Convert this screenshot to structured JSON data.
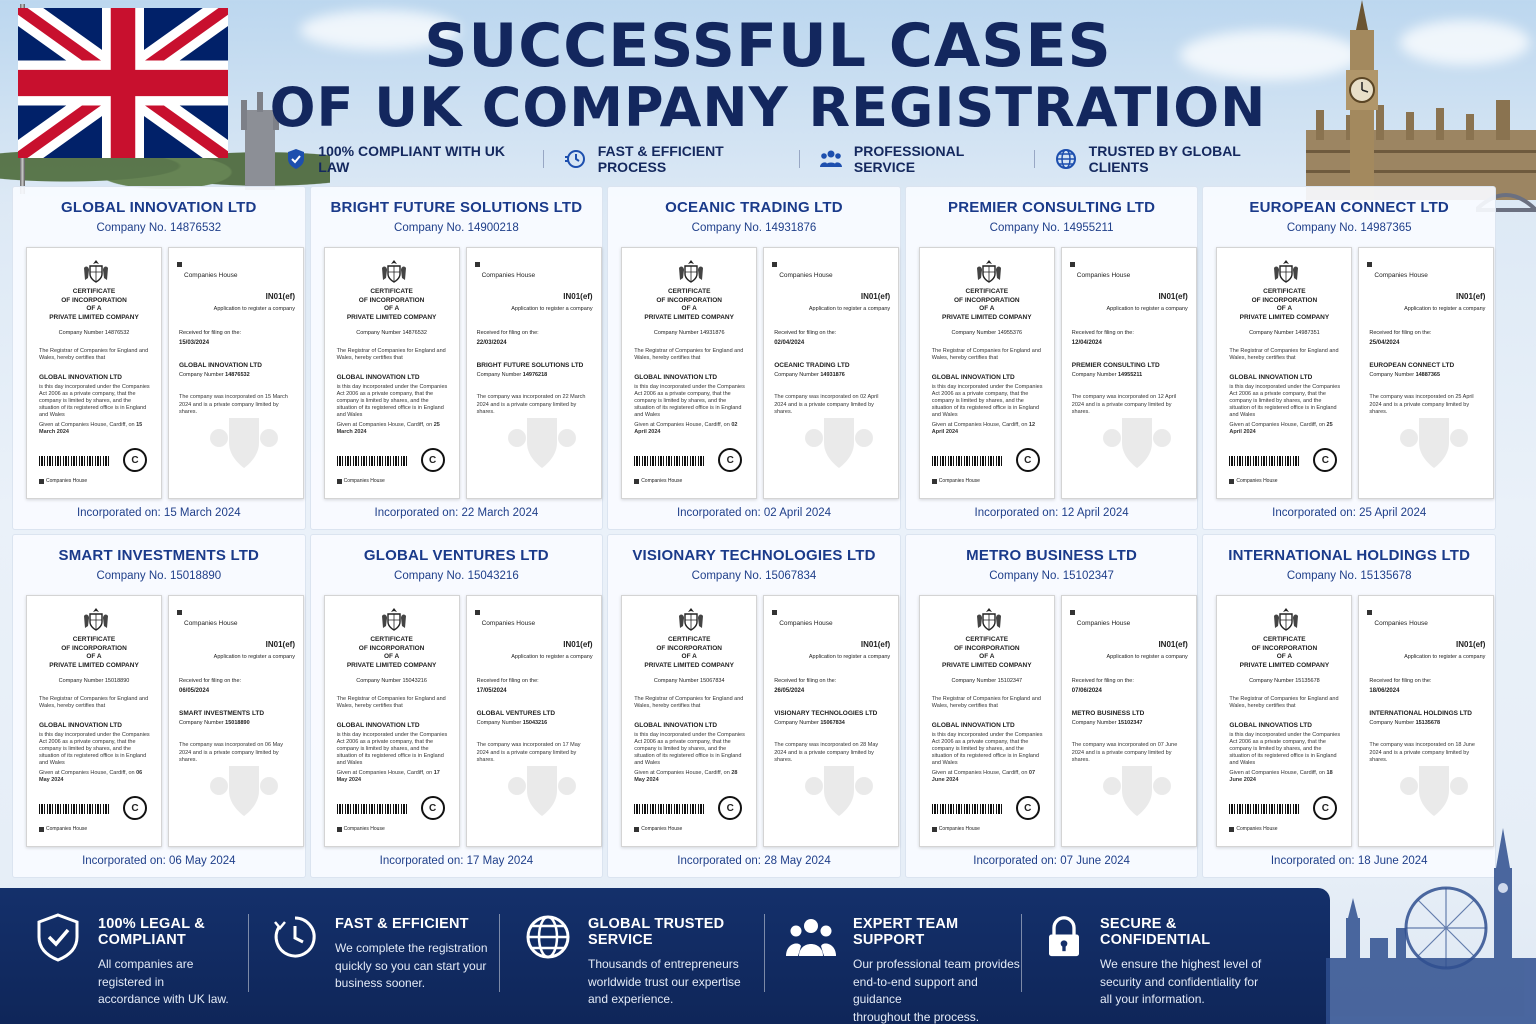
{
  "title": {
    "line1": "SUCCESSFUL CASES",
    "line2": "OF UK COMPANY REGISTRATION"
  },
  "features": [
    {
      "icon": "shield-check-icon",
      "label": "100% COMPLIANT WITH UK LAW"
    },
    {
      "icon": "fast-clock-icon",
      "label": "FAST & EFFICIENT PROCESS"
    },
    {
      "icon": "people-icon",
      "label": "PROFESSIONAL SERVICE"
    },
    {
      "icon": "globe-icon",
      "label": "TRUSTED BY GLOBAL CLIENTS"
    }
  ],
  "certificate": {
    "title_lines": [
      "CERTIFICATE",
      "OF INCORPORATION",
      "OF A",
      "PRIVATE LIMITED COMPANY"
    ],
    "registrar_text": "The Registrar of Companies for England and Wales, hereby certifies that",
    "body_text": "is this day incorporated under the Companies Act 2006 as a private company, that the company is limited by shares, and the situation of its registered office is in England and Wales",
    "given_at": "Given at Companies House, Cardiff, on",
    "footer": "Companies House",
    "seal": "C"
  },
  "form": {
    "header": "Companies House",
    "code": "IN01(ef)",
    "desc": "Application to register a company",
    "received_label": "Received for filing on the:",
    "company_number_label": "Company Number",
    "incorporated_prefix": "The company was incorporated on",
    "incorporated_suffix": "and is a private company limited by shares."
  },
  "inc_label": "Incorporated on:",
  "company_no_label": "Company No.",
  "cases": [
    {
      "name": "GLOBAL INNOVATION LTD",
      "number": "14876532",
      "cert_name": "GLOBAL INNOVATION LTD",
      "cert_number": "14876532",
      "cert_date": "15 March 2024",
      "form_date": "15/03/2024",
      "form_number": "14876532",
      "inc_date": "15 March 2024"
    },
    {
      "name": "BRIGHT FUTURE SOLUTIONS LTD",
      "number": "14900218",
      "cert_name": "GLOBAL INNOVATION LTD",
      "cert_number": "14876532",
      "cert_date": "25 March 2024",
      "form_date": "22/03/2024",
      "form_number": "14976218",
      "inc_date": "22 March 2024"
    },
    {
      "name": "OCEANIC TRADING LTD",
      "number": "14931876",
      "cert_name": "GLOBAL INNOVATION LTD",
      "cert_number": "14931876",
      "cert_date": "02 April 2024",
      "form_date": "02/04/2024",
      "form_number": "14931876",
      "inc_date": "02 April 2024"
    },
    {
      "name": "PREMIER CONSULTING LTD",
      "number": "14955211",
      "cert_name": "GLOBAL INNOVATION LTD",
      "cert_number": "14955376",
      "cert_date": "12 April 2024",
      "form_date": "12/04/2024",
      "form_number": "14955211",
      "inc_date": "12 April 2024"
    },
    {
      "name": "EUROPEAN CONNECT LTD",
      "number": "14987365",
      "cert_name": "GLOBAL INNOVATION LTD",
      "cert_number": "14987351",
      "cert_date": "25 April 2024",
      "form_date": "25/04/2024",
      "form_number": "14887365",
      "inc_date": "25 April 2024"
    },
    {
      "name": "SMART INVESTMENTS LTD",
      "number": "15018890",
      "cert_name": "GLOBAL INNOVATION LTD",
      "cert_number": "15018890",
      "cert_date": "06 May 2024",
      "form_date": "06/05/2024",
      "form_number": "15018890",
      "inc_date": "06 May 2024"
    },
    {
      "name": "GLOBAL VENTURES LTD",
      "number": "15043216",
      "cert_name": "GLOBAL INNOVATION LTD",
      "cert_number": "15043216",
      "cert_date": "17 May 2024",
      "form_date": "17/05/2024",
      "form_number": "15043216",
      "inc_date": "17 May 2024"
    },
    {
      "name": "VISIONARY TECHNOLOGIES LTD",
      "number": "15067834",
      "cert_name": "GLOBAL INNOVATION LTD",
      "cert_number": "15067834",
      "cert_date": "28 May 2024",
      "form_date": "26/05/2024",
      "form_number": "15067834",
      "inc_date": "28 May 2024"
    },
    {
      "name": "METRO BUSINESS LTD",
      "number": "15102347",
      "cert_name": "GLOBAL INNOVATION LTD",
      "cert_number": "15102347",
      "cert_date": "07 June 2024",
      "form_date": "07/06/2024",
      "form_number": "15102347",
      "inc_date": "07 June 2024"
    },
    {
      "name": "INTERNATIONAL HOLDINGS LTD",
      "number": "15135678",
      "cert_name": "GLOBAL INNOVATIOS LTD",
      "cert_number": "15135678",
      "cert_date": "18 June 2024",
      "form_date": "18/06/2024",
      "form_number": "15135678",
      "inc_date": "18 June 2024"
    }
  ],
  "benefits": [
    {
      "icon": "shield-check-icon",
      "title": "100% LEGAL & COMPLIANT",
      "lines": [
        "All companies are registered in",
        "accordance with UK law."
      ]
    },
    {
      "icon": "clock-icon",
      "title": "FAST & EFFICIENT",
      "lines": [
        "We complete the registration",
        "quickly so you can start your",
        "business sooner."
      ]
    },
    {
      "icon": "globe-icon",
      "title": "GLOBAL TRUSTED SERVICE",
      "lines": [
        "Thousands of entrepreneurs",
        "worldwide trust our expertise",
        "and experience."
      ]
    },
    {
      "icon": "team-icon",
      "title": "EXPERT TEAM SUPPORT",
      "lines": [
        "Our professional team provides",
        "end-to-end support and guidance",
        "throughout the process."
      ]
    },
    {
      "icon": "padlock-icon",
      "title": "SECURE & CONFIDENTIAL",
      "lines": [
        "We ensure the highest level of",
        "security and confidentiality for",
        "all your information."
      ]
    }
  ],
  "colors": {
    "navy": "#13275e",
    "accent_blue": "#1a3a8a",
    "banner": "#14306b"
  }
}
